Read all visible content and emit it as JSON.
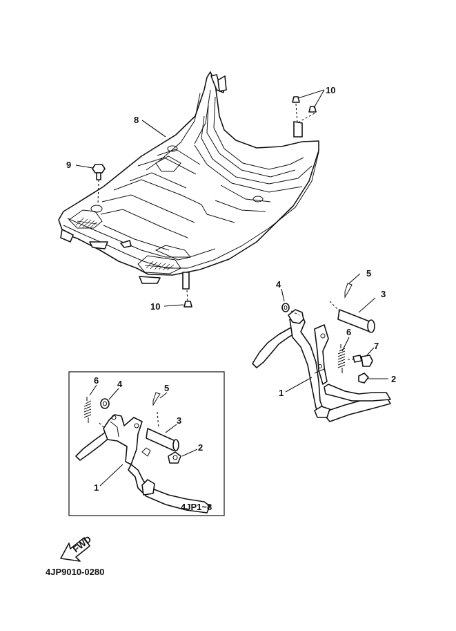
{
  "diagram": {
    "callouts_main": [
      {
        "id": "c1",
        "text": "1"
      },
      {
        "id": "c2",
        "text": "2"
      },
      {
        "id": "c3",
        "text": "3"
      },
      {
        "id": "c4",
        "text": "4"
      },
      {
        "id": "c5",
        "text": "5"
      },
      {
        "id": "c6",
        "text": "6"
      },
      {
        "id": "c7",
        "text": "7"
      },
      {
        "id": "c8",
        "text": "8"
      },
      {
        "id": "c9",
        "text": "9"
      },
      {
        "id": "c10a",
        "text": "10"
      },
      {
        "id": "c10b",
        "text": "10"
      }
    ],
    "callouts_inset": [
      {
        "id": "i1",
        "text": "1"
      },
      {
        "id": "i2",
        "text": "2"
      },
      {
        "id": "i3",
        "text": "3"
      },
      {
        "id": "i4",
        "text": "4"
      },
      {
        "id": "i5",
        "text": "5"
      },
      {
        "id": "i6",
        "text": "6"
      }
    ],
    "inset_label": "4JP1~8",
    "fwd_label": "FWD",
    "drawing_number": "4JP9010-0280"
  }
}
